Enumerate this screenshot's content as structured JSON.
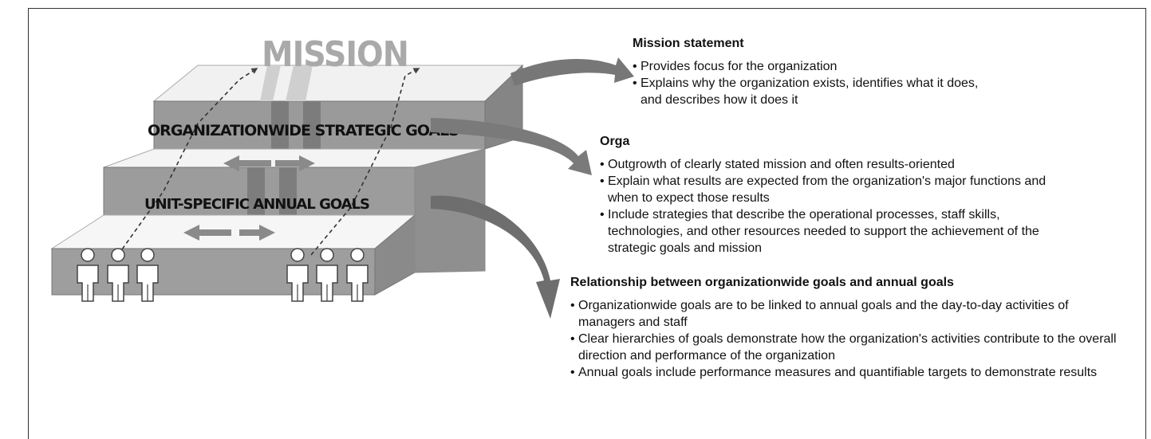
{
  "diagram": {
    "mission_title": "MISSION",
    "level_org_goals": "ORGANIZATIONWIDE STRATEGIC GOALS",
    "level_unit_goals": "UNIT-SPECIFIC ANNUAL GOALS"
  },
  "sections": [
    {
      "heading": "Mission statement",
      "bullets": [
        "Provides focus for the organization",
        "Explains why the organization exists, identifies what it does, and describes how it does it"
      ]
    },
    {
      "heading": "Orga",
      "bullets": [
        "Outgrowth of clearly stated mission and often results-oriented",
        "Explain what results are expected from the organization's major functions and when to expect those results",
        "Include strategies that describe the operational processes, staff skills, technologies, and other resources needed to support the achievement of the strategic goals and mission"
      ]
    },
    {
      "heading": "Relationship between organizationwide goals and annual goals",
      "bullets": [
        "Organizationwide goals are to be linked to annual goals and the day-to-day activities of managers and staff",
        "Clear hierarchies of goals demonstrate how the organization's activities contribute to the overall direction and performance of the organization",
        "Annual goals include performance measures and quantifiable targets to demonstrate results"
      ]
    }
  ]
}
